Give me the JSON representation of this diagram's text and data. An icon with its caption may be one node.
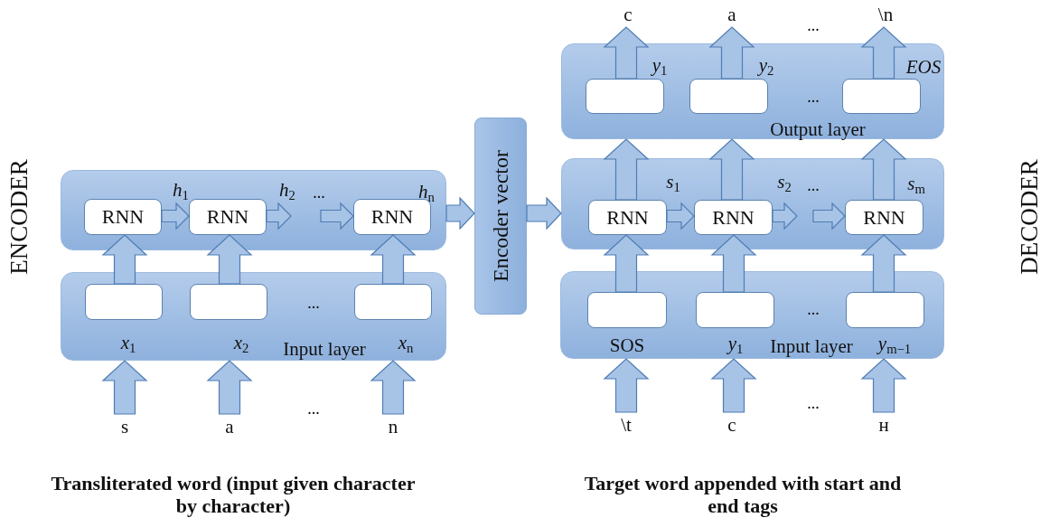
{
  "diagram": {
    "nodes": [
      {
        "text": [],
        "shape": "box"
      },
      {
        "text": [
          "RNN"
        ],
        "in": 0
      },
      {
        "text": [
          "RNN"
        ],
        "in": 0
      },
      {
        "text": [
          "RNN"
        ],
        "in": 0,
        "beside": [
          "*h*$_{n}$"
        ]
      },
      {
        "text": [
          "Input layer"
        ]
      },
      {
        "text": [],
        "shape": "box",
        "in": 4,
        "beside": [
          "*x*$_{1}$"
        ]
      },
      {
        "text": [],
        "shape": "box",
        "in": 4,
        "beside": [
          "*x*$_{2}$"
        ]
      },
      {
        "text": [],
        "shape": "box",
        "in": 4,
        "beside": [
          "*x*$_{n}$"
        ]
      },
      {
        "text": [
          "s"
        ]
      },
      {
        "text": [
          "a"
        ]
      },
      {
        "text": [
          "n"
        ]
      },
      {
        "text": [
          "Encoder vector"
        ]
      },
      {
        "text": [
          "Output layer"
        ]
      },
      {
        "text": [],
        "shape": "box",
        "in": 12,
        "beside": [
          "*y*$_{1}$"
        ]
      },
      {
        "text": [],
        "shape": "box",
        "in": 12,
        "beside": [
          "*y*$_{2}$"
        ]
      },
      {
        "text": [],
        "shape": "box",
        "in": 12,
        "beside": [
          "*EOS*"
        ]
      },
      {
        "text": [],
        "shape": "box"
      },
      {
        "text": [
          "RNN"
        ],
        "in": 16
      },
      {
        "text": [
          "RNN"
        ],
        "in": 16
      },
      {
        "text": [
          "RNN"
        ],
        "in": 16,
        "beside": [
          "*s*$_{m}$"
        ]
      },
      {
        "text": [
          "Input layer"
        ]
      },
      {
        "text": [],
        "shape": "box",
        "in": 20,
        "beside": [
          "SOS"
        ]
      },
      {
        "text": [],
        "shape": "box",
        "in": 20,
        "beside": [
          "*y*$_{1}$"
        ]
      },
      {
        "text": [],
        "shape": "box",
        "in": 20,
        "beside": [
          "*y*$_{m−1}$"
        ]
      },
      {
        "text": [
          "c"
        ]
      },
      {
        "text": [
          "a"
        ]
      },
      {
        "text": [
          "\\n"
        ]
      },
      {
        "text": [
          "\\t"
        ]
      },
      {
        "text": [
          "c"
        ]
      },
      {
        "text": [
          "н"
        ]
      }
    ],
    "edges": [
      {
        "from": 8,
        "to": 4,
        "arrow": "to"
      },
      {
        "from": 9,
        "to": 4,
        "arrow": "to"
      },
      {
        "from": 10,
        "to": 4,
        "arrow": "to"
      },
      {
        "from": 5,
        "to": 1,
        "arrow": "to"
      },
      {
        "from": 6,
        "to": 2,
        "arrow": "to"
      },
      {
        "from": 7,
        "to": 3,
        "arrow": "to"
      },
      {
        "from": 1,
        "to": 2,
        "arrow": "to",
        "label": "*h*$_{1}$"
      },
      {
        "from": 2,
        "to": null,
        "arrow": "to",
        "label": "*h*$_{2}$"
      },
      {
        "from": null,
        "to": 3,
        "arrow": "to"
      },
      {
        "from": 0,
        "to": 11,
        "arrow": "to"
      },
      {
        "from": 11,
        "to": 16,
        "arrow": "to"
      },
      {
        "from": 27,
        "to": 20,
        "arrow": "to"
      },
      {
        "from": 28,
        "to": 20,
        "arrow": "to"
      },
      {
        "from": 29,
        "to": 20,
        "arrow": "to"
      },
      {
        "from": 21,
        "to": 17,
        "arrow": "to"
      },
      {
        "from": 22,
        "to": 18,
        "arrow": "to"
      },
      {
        "from": 23,
        "to": 19,
        "arrow": "to"
      },
      {
        "from": 17,
        "to": 18,
        "arrow": "to",
        "label": "*s*$_{1}$"
      },
      {
        "from": 18,
        "to": null,
        "arrow": "to",
        "label": "*s*$_{2}$"
      },
      {
        "from": null,
        "to": 19,
        "arrow": "to"
      },
      {
        "from": 17,
        "to": 12,
        "arrow": "to"
      },
      {
        "from": 18,
        "to": 12,
        "arrow": "to"
      },
      {
        "from": 19,
        "to": 12,
        "arrow": "to"
      },
      {
        "from": 13,
        "to": 24,
        "arrow": "to"
      },
      {
        "from": 14,
        "to": 25,
        "arrow": "to"
      },
      {
        "from": 15,
        "to": 26,
        "arrow": "to"
      }
    ],
    "labels": [
      "...",
      "...",
      "ENCODER",
      "...",
      "...",
      "DECODER",
      "...",
      "...",
      "...",
      "...",
      "Transliterated word (input given character by character)",
      "Target word appended with start and end tags"
    ]
  }
}
